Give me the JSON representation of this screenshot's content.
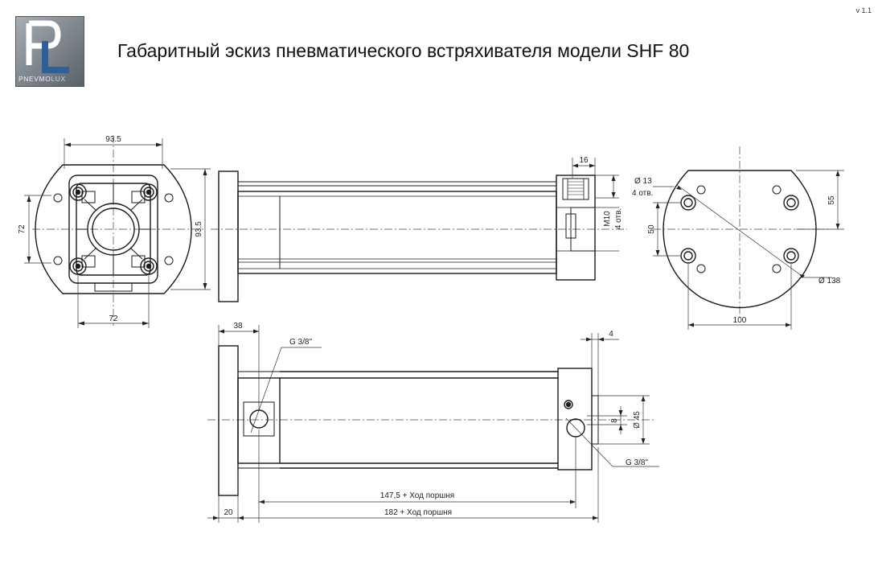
{
  "version": "v 1.1",
  "title": "Габаритный эскиз пневматического встряхивателя модели SHF 80",
  "logo": {
    "letters": "PL",
    "text_main": "PNEVMO",
    "text_accent": "LUX"
  },
  "dims": {
    "front_width": "93.5",
    "front_height_left": "72",
    "front_height_right": "93.5",
    "front_bottom": "72",
    "side_top": "16",
    "thread": "M10",
    "thread_count": "4 отв.",
    "flange_hole": "Ø 13",
    "flange_hole_count": "4 отв.",
    "flange_v1": "55",
    "flange_v2": "50",
    "flange_bottom": "100",
    "flange_diam": "Ø 138",
    "bottom_38": "38",
    "bottom_4": "4",
    "port_left": "G 3/8\"",
    "port_right": "G 3/8\"",
    "rod_8": "8",
    "rod_45": "Ø 45",
    "len_inner": "147,5 + Ход поршня",
    "len_total": "182 + Ход поршня",
    "bottom_20": "20"
  },
  "colors": {
    "line": "#1a1a1a",
    "thin": "#333333",
    "logo_blue": "#2f5f99"
  }
}
